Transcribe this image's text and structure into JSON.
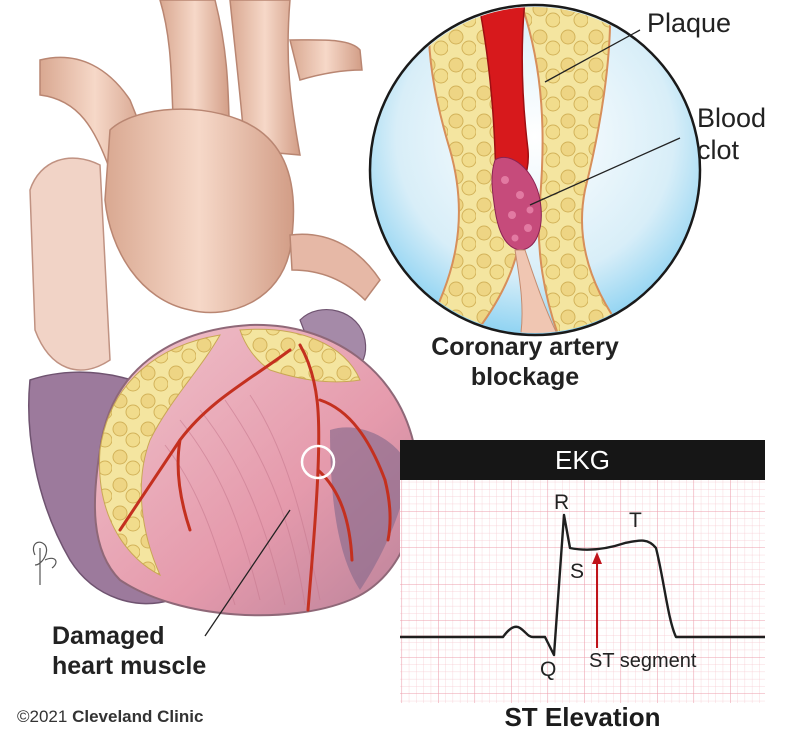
{
  "labels": {
    "plaque": "Plaque",
    "blood_clot_line1": "Blood",
    "blood_clot_line2": "clot",
    "coronary_line1": "Coronary artery",
    "coronary_line2": "blockage",
    "damaged_line1": "Damaged",
    "damaged_line2": "heart muscle"
  },
  "ekg": {
    "header": "EKG",
    "r_label": "R",
    "t_label": "T",
    "s_label": "S",
    "q_label": "Q",
    "st_label": "ST segment",
    "title": "ST Elevation"
  },
  "copyright": {
    "symbol_year": "©2021",
    "owner": "Cleveland Clinic"
  },
  "colors": {
    "artery_wall": "#f2e6a6",
    "plaque": "#e9d27c",
    "blood": "#d7191c",
    "heart_muscle": "#e9a7b4",
    "heart_dark": "#8d6f8f",
    "ekg_grid": "#f3b3bd",
    "ekg_trace": "#222222",
    "st_arrow": "#c0131a",
    "ekg_header_bg": "#161616",
    "sky_bg": "#8fd3f2"
  }
}
